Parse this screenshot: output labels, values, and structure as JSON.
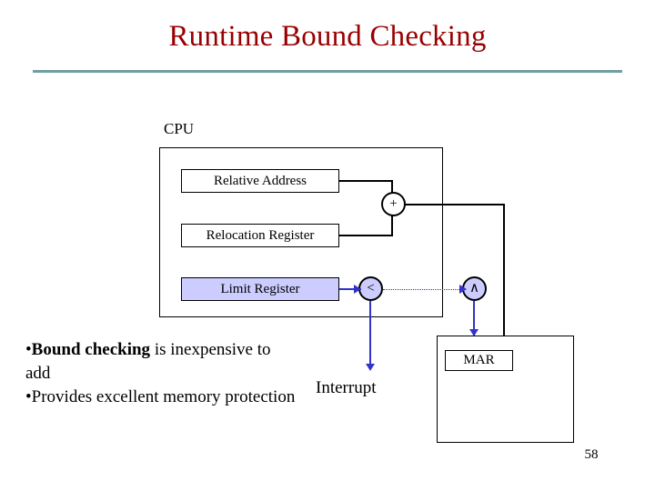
{
  "slide": {
    "title": "Runtime Bound Checking",
    "page_number": "58",
    "accent_color": "#990000",
    "rule_color": "#6f9da0",
    "highlight_color": "#ccccff",
    "arrow_color": "#3333cc"
  },
  "diagram": {
    "cpu_label": "CPU",
    "relative_address": "Relative Address",
    "relocation_register": "Relocation Register",
    "limit_register": "Limit Register",
    "adder_symbol": "+",
    "compare_symbol": "<",
    "and_symbol": "∧",
    "mar_label": "MAR",
    "interrupt_label": "Interrupt"
  },
  "bullets": {
    "line1_bold": "Bound checking",
    "line1_rest": " is inexpensive to add",
    "line2": "Provides excellent memory protection",
    "marker": "•"
  }
}
